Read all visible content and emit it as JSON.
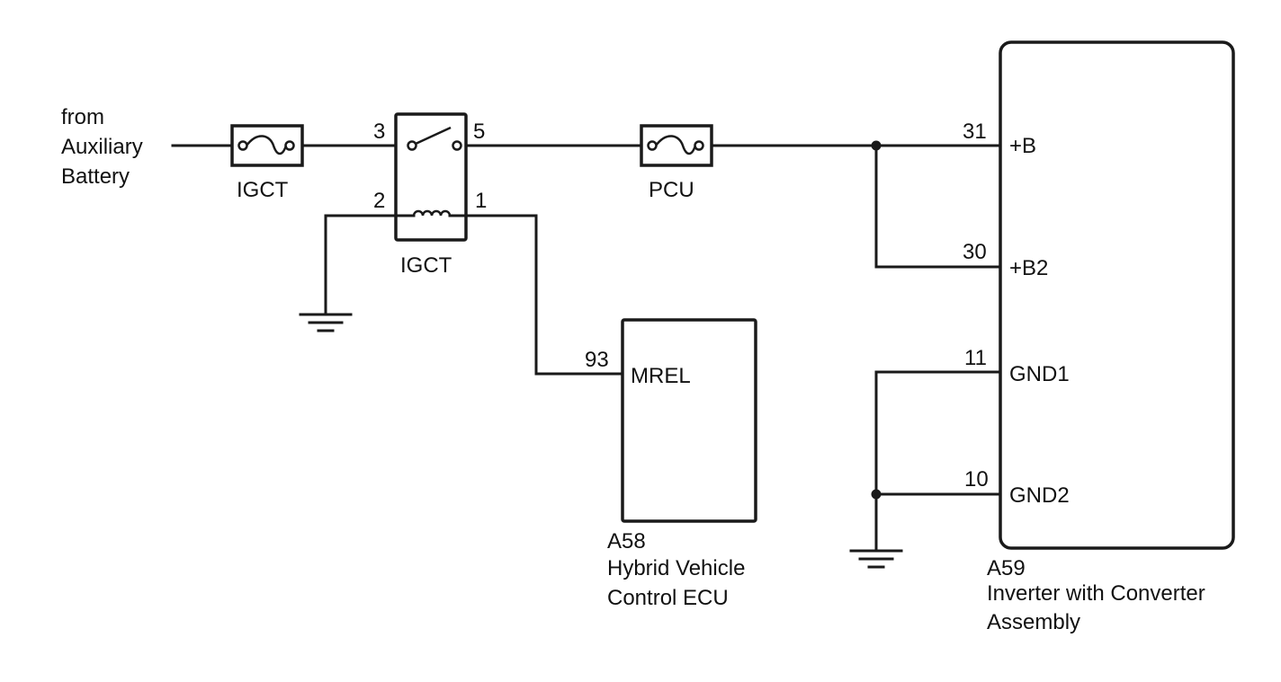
{
  "source_lines": [
    "from",
    "Auxiliary",
    "Battery"
  ],
  "fuse_igct": {
    "label": "IGCT"
  },
  "relay_igct": {
    "label": "IGCT",
    "pins": {
      "switch_in": "3",
      "switch_out": "5",
      "coil_gnd": "2",
      "coil_ctrl": "1"
    }
  },
  "fuse_pcu": {
    "label": "PCU"
  },
  "ecu_a58": {
    "connector": "A58",
    "name_lines": [
      "Hybrid Vehicle",
      "Control ECU"
    ],
    "pin_number": "93",
    "terminal": "MREL"
  },
  "inverter_a59": {
    "connector": "A59",
    "name_lines": [
      "Inverter with Converter",
      "Assembly"
    ],
    "terminals": [
      {
        "pin": "31",
        "name": "+B"
      },
      {
        "pin": "30",
        "name": "+B2"
      },
      {
        "pin": "11",
        "name": "GND1"
      },
      {
        "pin": "10",
        "name": "GND2"
      }
    ]
  }
}
